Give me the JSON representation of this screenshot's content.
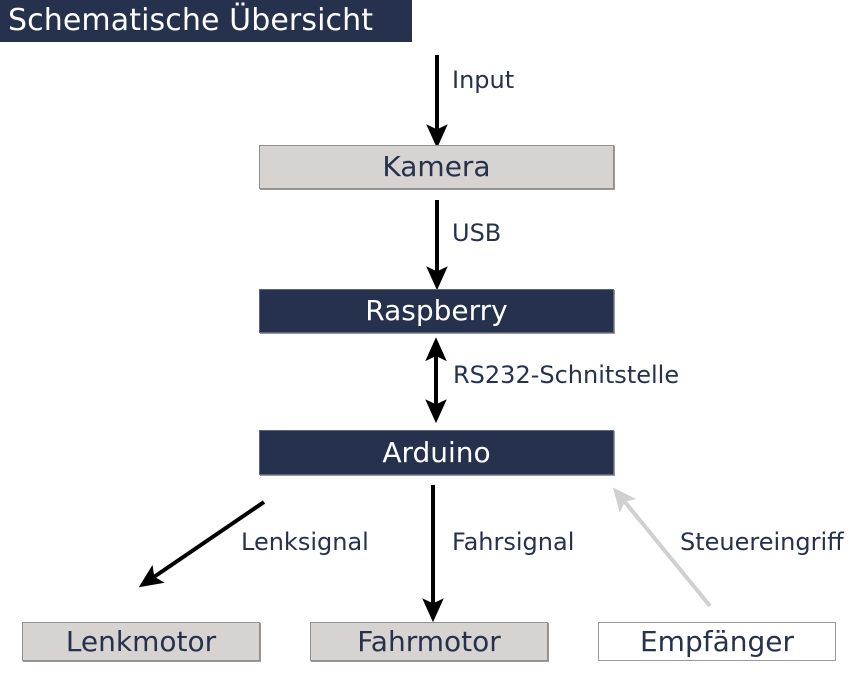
{
  "header": {
    "title": "Schematische Übersicht"
  },
  "diagram": {
    "nodes": [
      {
        "id": "kamera",
        "label": "Kamera",
        "style": "gray"
      },
      {
        "id": "raspberry",
        "label": "Raspberry",
        "style": "navy"
      },
      {
        "id": "arduino",
        "label": "Arduino",
        "style": "navy"
      },
      {
        "id": "lenkmotor",
        "label": "Lenkmotor",
        "style": "gray"
      },
      {
        "id": "fahrmotor",
        "label": "Fahrmotor",
        "style": "gray"
      },
      {
        "id": "empfaenger",
        "label": "Empfänger",
        "style": "white"
      }
    ],
    "edges": [
      {
        "id": "input",
        "label": "Input",
        "from": "",
        "to": "kamera",
        "direction": "down",
        "color": "#000000"
      },
      {
        "id": "usb",
        "label": "USB",
        "from": "kamera",
        "to": "raspberry",
        "direction": "down",
        "color": "#000000"
      },
      {
        "id": "rs232",
        "label": "RS232-Schnitstelle",
        "from": "raspberry",
        "to": "arduino",
        "direction": "both",
        "color": "#000000"
      },
      {
        "id": "lenk",
        "label": "Lenksignal",
        "from": "arduino",
        "to": "lenkmotor",
        "direction": "down-left",
        "color": "#000000"
      },
      {
        "id": "fahr",
        "label": "Fahrsignal",
        "from": "arduino",
        "to": "fahrmotor",
        "direction": "down",
        "color": "#000000"
      },
      {
        "id": "steuer",
        "label": "Steuereingriff",
        "from": "empfaenger",
        "to": "arduino",
        "direction": "up-left",
        "color": "#d0d0d0"
      }
    ]
  },
  "colors": {
    "navy": "#25314d",
    "gray_fill": "#d6d3d0",
    "border_gray": "#8f8f8f",
    "arrow_black": "#000000",
    "arrow_light": "#d0d0d0",
    "white": "#ffffff"
  }
}
